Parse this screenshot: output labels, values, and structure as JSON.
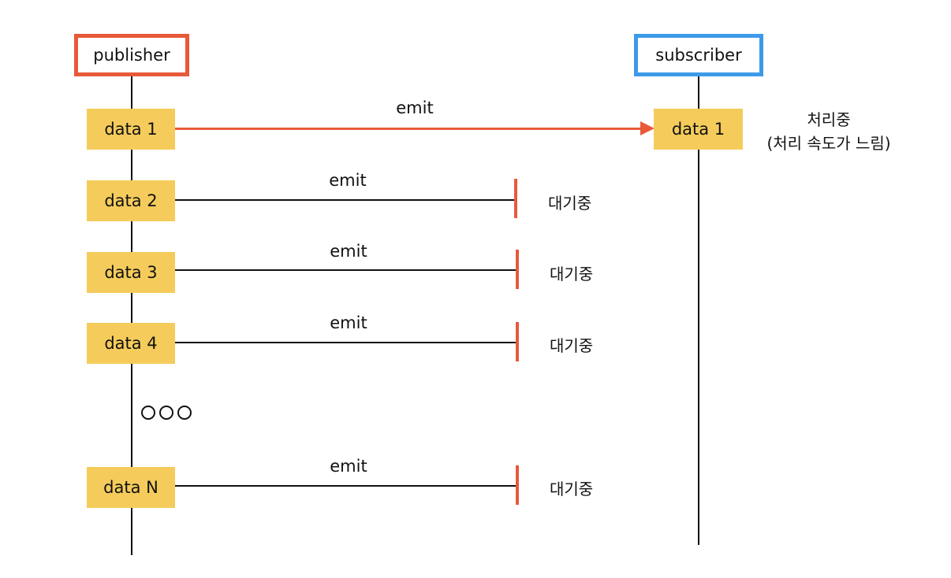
{
  "lanes": {
    "publisher": {
      "label": "publisher",
      "color": "#e8593a"
    },
    "subscriber": {
      "label": "subscriber",
      "color": "#3d9ae8"
    }
  },
  "colors": {
    "data_box": "#f5cc5b",
    "active_arrow": "#e8593a",
    "blocked_marker": "#e8593a"
  },
  "messages": [
    {
      "data": "data 1",
      "label": "emit",
      "state": "delivered",
      "received": "data 1",
      "note": [
        "처리중",
        "(처리 속도가 느림)"
      ]
    },
    {
      "data": "data 2",
      "label": "emit",
      "state": "blocked",
      "note": "대기중"
    },
    {
      "data": "data 3",
      "label": "emit",
      "state": "blocked",
      "note": "대기중"
    },
    {
      "data": "data 4",
      "label": "emit",
      "state": "blocked",
      "note": "대기중"
    },
    {
      "data": "data N",
      "label": "emit",
      "state": "blocked",
      "note": "대기중"
    }
  ]
}
